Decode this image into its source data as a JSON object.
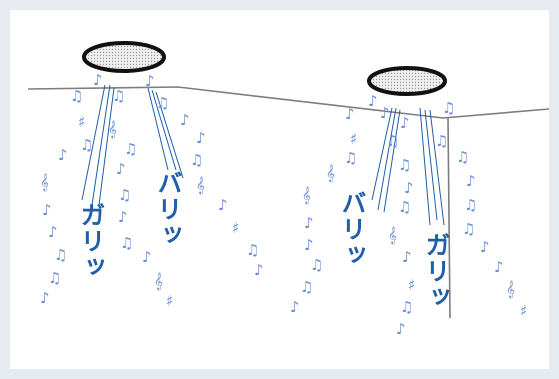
{
  "scene": {
    "onomatopoeia": [
      {
        "text": "ガリッ"
      },
      {
        "text": "バリッ"
      },
      {
        "text": "バリッ"
      },
      {
        "text": "ガリッ"
      }
    ],
    "colors": {
      "background": "#e6eaf1",
      "panel": "#ffffff",
      "note": "#6b8fd0",
      "text": "#1f5ea8",
      "line": "#7d7d7d"
    },
    "icons": [
      "ceiling-speaker-icon",
      "music-note-icon",
      "treble-clef-icon",
      "sharp-icon"
    ]
  }
}
